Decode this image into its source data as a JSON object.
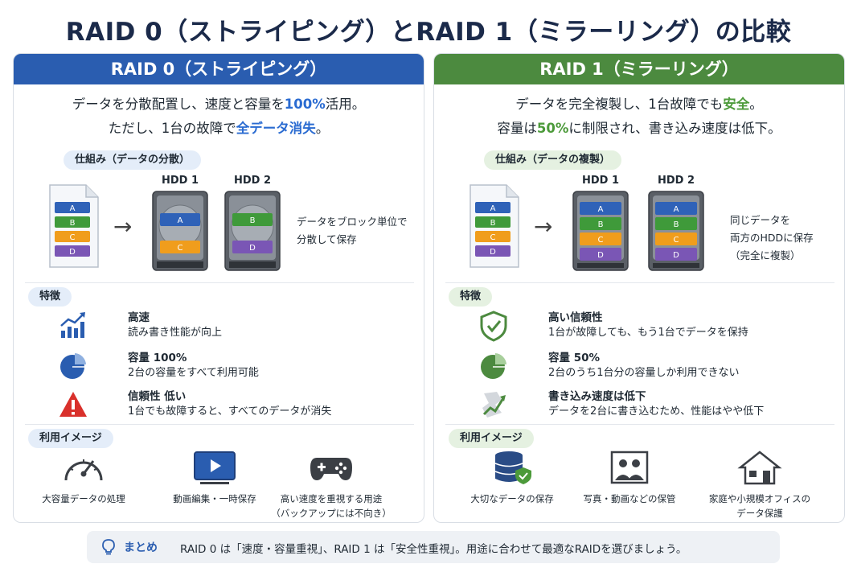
{
  "title": "RAID 0（ストライピング）とRAID 1（ミラーリング）の比較",
  "raid0": {
    "header": "RAID 0（ストライピング）",
    "lead1_a": "データを分散配置し、速度と容量を",
    "lead1_b": "100%",
    "lead1_c": "活用。",
    "lead2_a": "ただし、1台の故障で",
    "lead2_b": "全データ消失",
    "lead2_c": "。",
    "mech_label": "仕組み（データの分散）",
    "doc_blocks": [
      "A",
      "B",
      "C",
      "D"
    ],
    "hdd1": "HDD 1",
    "hdd2": "HDD 2",
    "hdd1_blocks": [
      "A",
      "C"
    ],
    "hdd2_blocks": [
      "B",
      "D"
    ],
    "mech_text1": "データをブロック単位で",
    "mech_text2": "分散して保存",
    "features_label": "特徴",
    "features": [
      {
        "title": "高速",
        "desc": "読み書き性能が向上",
        "icon": "speed-up-chart-icon"
      },
      {
        "title": "容量 100%",
        "desc": "2台の容量をすべて利用可能",
        "icon": "pie-chart-icon"
      },
      {
        "title": "信頼性 低い",
        "desc": "1台でも故障すると、すべてのデータが消失",
        "icon": "warning-icon"
      }
    ],
    "usage_label": "利用イメージ",
    "usage": [
      {
        "line1": "大容量データの処理",
        "line2": "",
        "icon": "speedometer-icon"
      },
      {
        "line1": "動画編集・一時保存",
        "line2": "",
        "icon": "video-player-icon"
      },
      {
        "line1": "高い速度を重視する用途",
        "line2": "（バックアップには不向き）",
        "icon": "gamepad-icon"
      }
    ]
  },
  "raid1": {
    "header": "RAID 1（ミラーリング）",
    "lead1_a": "データを完全複製し、1台故障でも",
    "lead1_b": "安全",
    "lead1_c": "。",
    "lead2_a": "容量は",
    "lead2_b": "50%",
    "lead2_c": "に制限され、書き込み速度は低下。",
    "mech_label": "仕組み（データの複製）",
    "doc_blocks": [
      "A",
      "B",
      "C",
      "D"
    ],
    "hdd1": "HDD 1",
    "hdd2": "HDD 2",
    "mech_text1": "同じデータを",
    "mech_text2": "両方のHDDに保存",
    "mech_text3": "（完全に複製）",
    "features_label": "特徴",
    "features": [
      {
        "title": "高い信頼性",
        "desc": "1台が故障しても、もう1台でデータを保持",
        "icon": "shield-check-icon"
      },
      {
        "title": "容量 50%",
        "desc": "2台のうち1台分の容量しか利用できない",
        "icon": "half-pie-chart-icon"
      },
      {
        "title": "書き込み速度は低下",
        "desc": "データを2台に書き込むため、性能はやや低下",
        "icon": "write-speed-icon"
      }
    ],
    "usage_label": "利用イメージ",
    "usage": [
      {
        "line1": "大切なデータの保存",
        "line2": "",
        "icon": "database-shield-icon"
      },
      {
        "line1": "写真・動画などの保管",
        "line2": "",
        "icon": "photo-frame-icon"
      },
      {
        "line1": "家庭や小規模オフィスの",
        "line2": "データ保護",
        "icon": "house-icon"
      }
    ]
  },
  "summary": {
    "label": "まとめ",
    "text": "RAID 0 は「速度・容量重視」、RAID 1 は「安全性重視」。用途に合わせて最適なRAIDを選びましょう。"
  },
  "colors": {
    "raid0": "#2a5db0",
    "raid1": "#4c8a3f",
    "block_a": "#2f62b8",
    "block_b": "#3f9a3a",
    "block_c": "#f09d1c",
    "block_d": "#7a56b5"
  }
}
